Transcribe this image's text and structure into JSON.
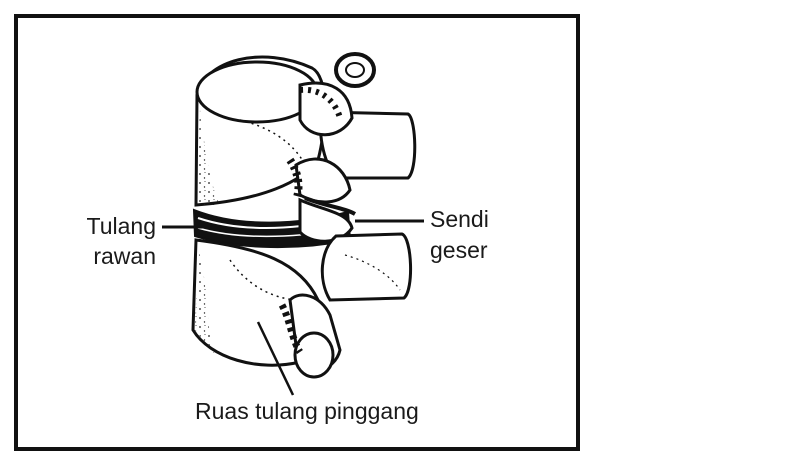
{
  "labels": {
    "cartilage_line1": "Tulang",
    "cartilage_line2": "rawan",
    "joint_line1": "Sendi",
    "joint_line2": "geser",
    "vertebra": "Ruas tulang pinggang"
  }
}
